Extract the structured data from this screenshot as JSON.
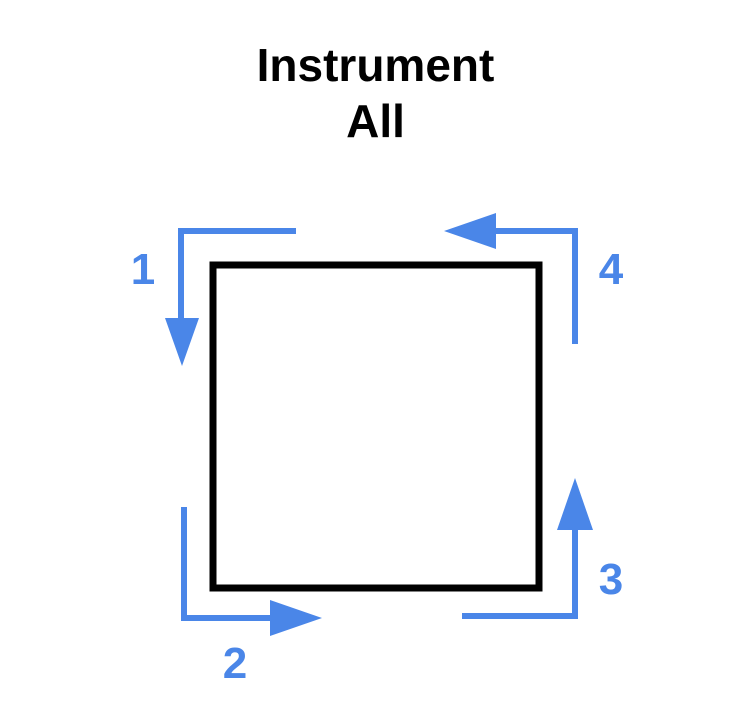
{
  "title": {
    "line1": "Instrument",
    "line2": "All"
  },
  "colors": {
    "arrow": "#4a86e8",
    "square": "#000000",
    "background": "#ffffff"
  },
  "steps": [
    {
      "label": "1",
      "direction": "down"
    },
    {
      "label": "2",
      "direction": "right"
    },
    {
      "label": "3",
      "direction": "up"
    },
    {
      "label": "4",
      "direction": "left"
    }
  ]
}
